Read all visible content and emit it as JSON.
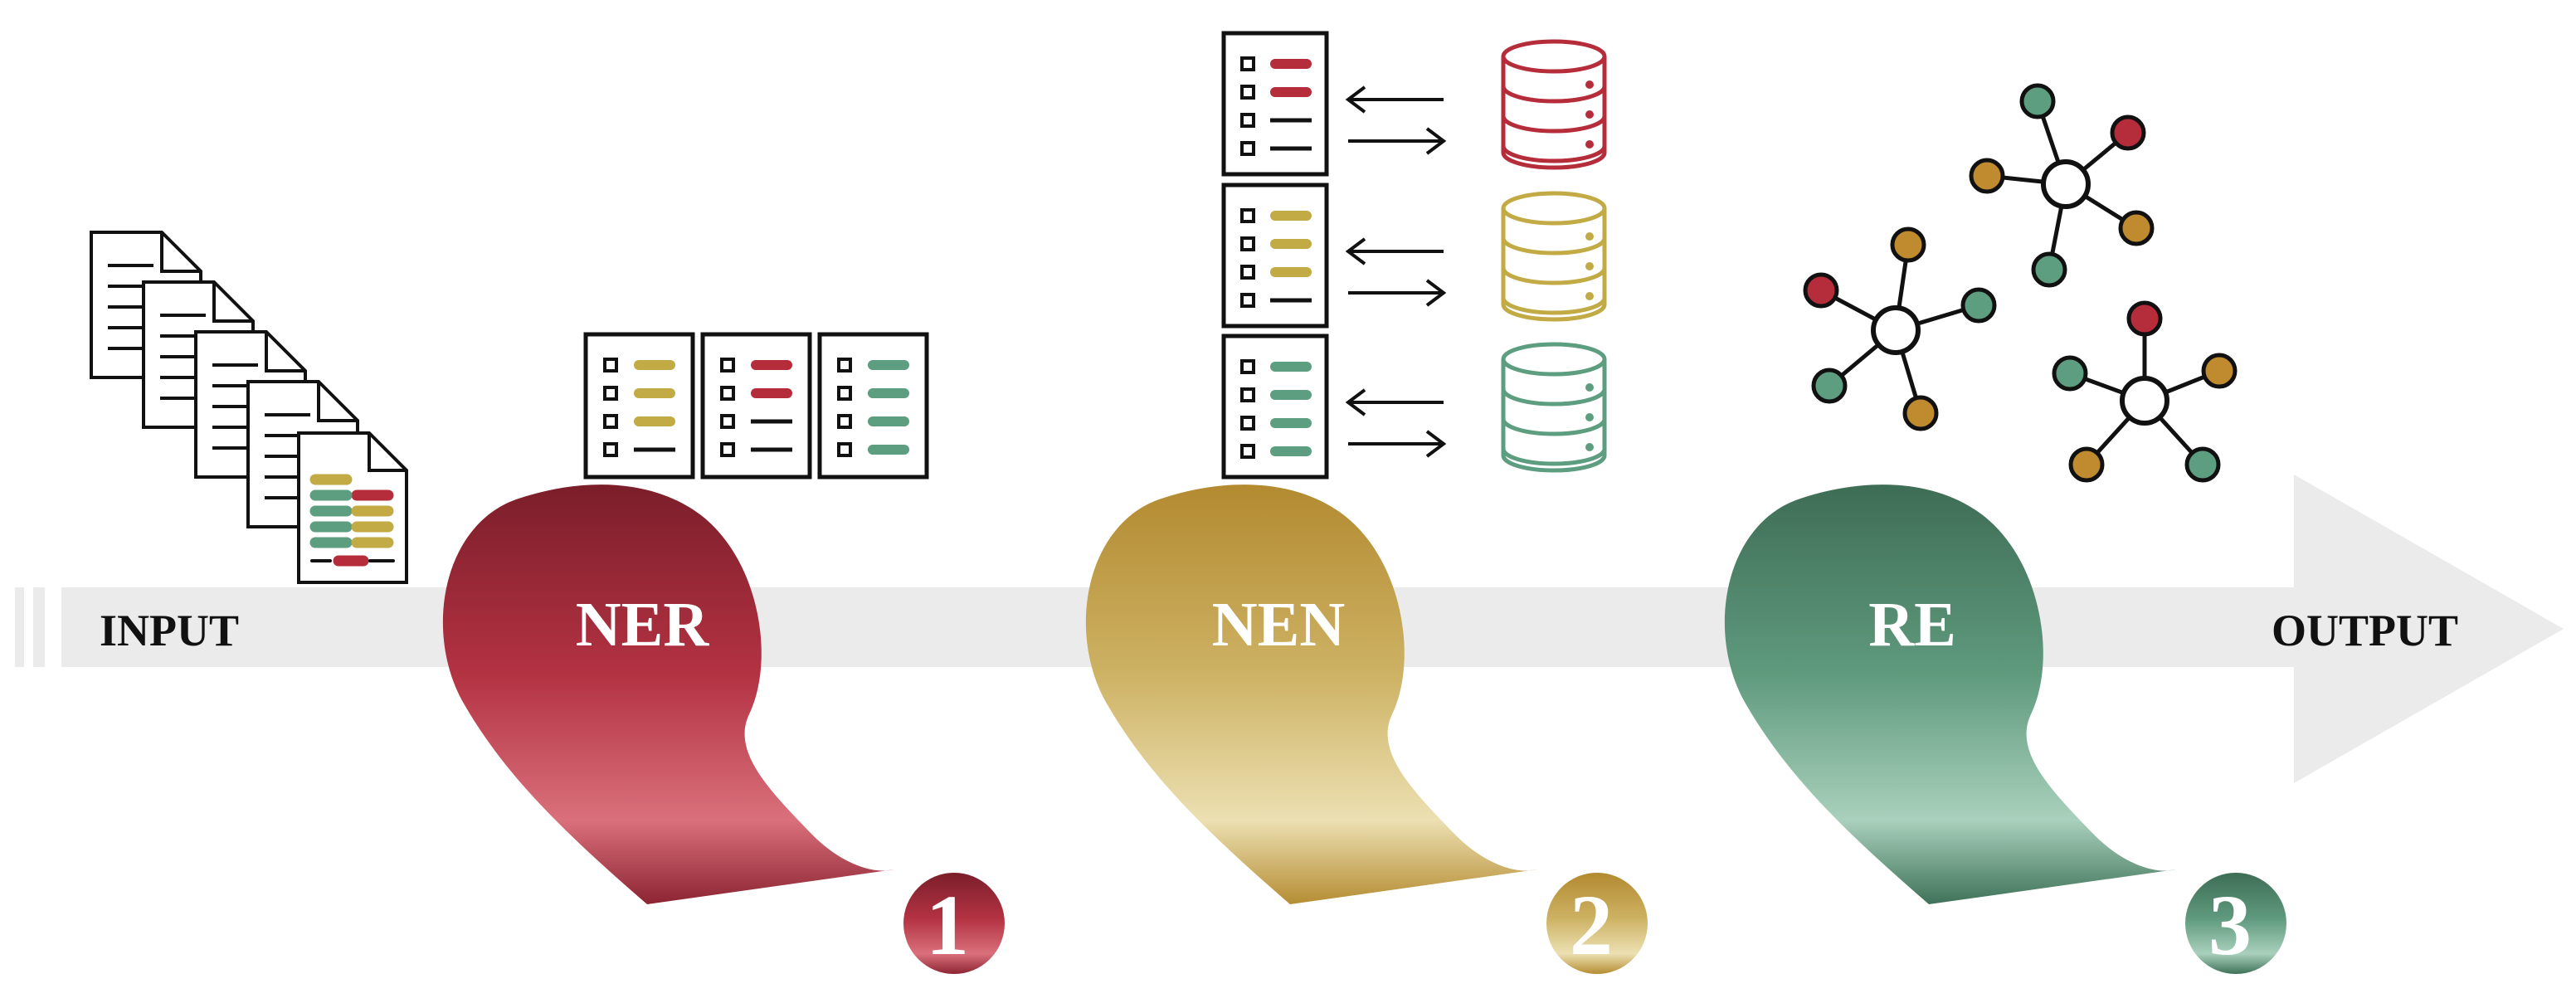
{
  "pipeline": {
    "input_label": "INPUT",
    "output_label": "OUTPUT",
    "stages": [
      {
        "label": "NER",
        "number": "1",
        "color": "#b03a48"
      },
      {
        "label": "NEN",
        "number": "2",
        "color": "#c9a84c"
      },
      {
        "label": "RE",
        "number": "3",
        "color": "#4f8a6e"
      }
    ]
  },
  "colors": {
    "arrow": "#ebebeb",
    "red": "#b52d3a",
    "gold": "#c2aa45",
    "green": "#5e9e80",
    "node_red": "#b52d3a",
    "node_gold": "#c08a2e",
    "node_green": "#5e9e80"
  },
  "icons": {
    "input": "document-stack-icon",
    "ner": "entity-list-icon",
    "nen": "database-lookup-icon",
    "re": "relation-graph-icon"
  }
}
